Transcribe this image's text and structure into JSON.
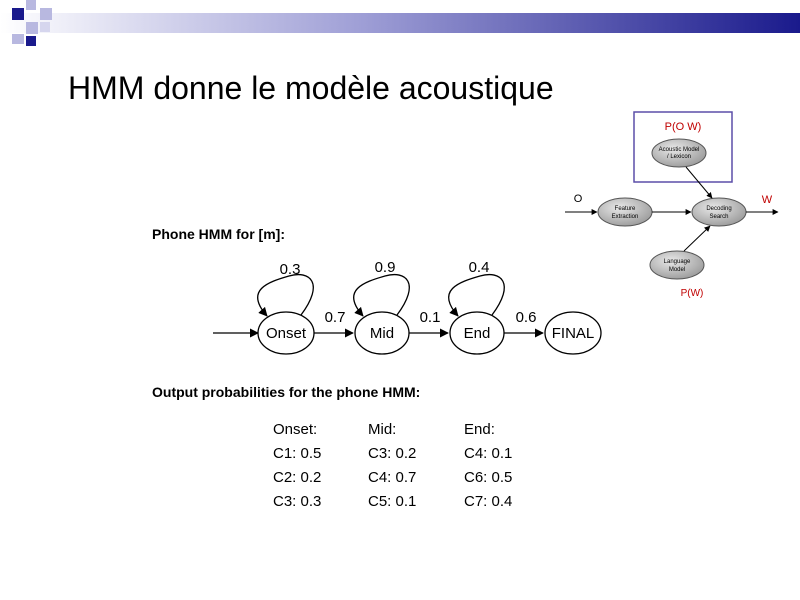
{
  "slide": {
    "title": "HMM donne le modèle acoustique"
  },
  "hmm": {
    "header": "Phone HMM for [m]:",
    "states": [
      "Onset",
      "Mid",
      "End",
      "FINAL"
    ],
    "self_loops": [
      "0.3",
      "0.9",
      "0.4"
    ],
    "transitions": [
      "0.7",
      "0.1",
      "0.6"
    ]
  },
  "outputs": {
    "header": "Output probabilities for the phone HMM:",
    "columns": [
      {
        "heading": "Onset:",
        "rows": [
          "C1: 0.5",
          "C2: 0.2",
          "C3: 0.3"
        ]
      },
      {
        "heading": "Mid:",
        "rows": [
          "C3: 0.2",
          "C4: 0.7",
          "C5: 0.1"
        ]
      },
      {
        "heading": "End:",
        "rows": [
          "C4: 0.1",
          "C6: 0.5",
          "C7: 0.4"
        ]
      }
    ]
  },
  "pipeline": {
    "highlight_label": "P(O W)",
    "acoustic_line1": "Acoustic Model",
    "acoustic_line2": "/ Lexicon",
    "feature_line1": "Feature",
    "feature_line2": "Extraction",
    "decoding_line1": "Decoding",
    "decoding_line2": "Search",
    "language_line1": "Language",
    "language_line2": "Model",
    "input_label": "O",
    "output_label": "W",
    "lm_label": "P(W)"
  },
  "colors": {
    "deco_dark": "#1a1a8c",
    "deco_light": "#b8b8e0",
    "highlight_box": "#5b4ea8",
    "red_text": "#c00000",
    "node_fill": "#c8c8c8"
  }
}
